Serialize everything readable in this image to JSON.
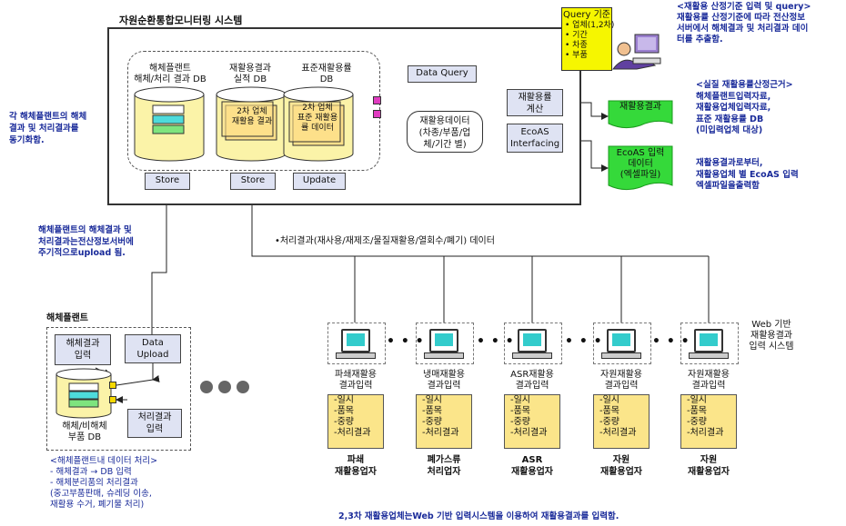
{
  "main_title": "자원순환통합모니터링 시스템",
  "db_boxes": {
    "dismantle_label": "해체플랜트\n해체/처리 결과 DB",
    "recycle_label": "재활용결과\n실적 DB",
    "standard_label": "표준재활용률\nDB",
    "recycle_sheet": "2차 업체\n재활용 결과",
    "standard_sheet": "2차 업체\n표준 재활용\n률 데이터"
  },
  "buttons": {
    "store1": "Store",
    "store2": "Store",
    "update": "Update",
    "data_query": "Data Query",
    "recycle_calc": "재활용률\n계산",
    "ecoas": "EcoAS\nInterfacing",
    "data_upload": "Data\nUpload",
    "dismantle_input": "해체결과\n입력",
    "process_input": "처리결과\n입력"
  },
  "recycle_data_label": "재활용데이터\n(차종/부품/업\n체/기간 별)",
  "query_box": {
    "title": "Query 기준",
    "items": [
      "업체(1,2차)",
      "기간",
      "차종",
      "부품"
    ]
  },
  "green_outputs": {
    "recycle_result": "재활용결과",
    "ecoas_data": "EcoAS 입력\n데이터\n(엑셀파일)"
  },
  "notes": {
    "top_right": "<재활용 산정기준 입력 및  query>\n재활용률 산정기준에 따라 전산정보\n서버에서 해체결과 및 처리결과 데이\n터를 추출함.",
    "basis": "<실질 재활용률산정근거>\n해체플랜트입력자료,\n재활용업체입력자료,\n표준 재활용률 DB\n(미입력업체 대상)",
    "ecoas": "재활용결과로부터,\n재활용업체 별 EcoAS 입력\n엑셀파일을출력함",
    "left_sync": "각 해체플랜트의 해체\n결과 및 처리결과를\n동기화함.",
    "upload": "해체플랜트의 해체결과 및\n처리결과는전산정보서버에\n주기적으로upload 됨.",
    "process_data": "•처리결과(재사용/재제조/물질재활용/열회수/폐기) 데이터",
    "bottom_left": "<해체플랜트내 데이터 처리>\n- 해체결과 → DB 입력\n- 해체분리품의 처리결과\n  (중고부품판매, 슈레딩 이송,\n  재활용 수거, 폐기물 처리)",
    "bottom": "2,3차 재활용업체는Web 기반 입력시스템을 이용하여 재활용결과를 입력함.",
    "web_system": "Web 기반\n재활용결과\n입력 시스템"
  },
  "plant": {
    "title": "해체플랜트",
    "db_label": "해체/비해체\n부품 DB"
  },
  "companies": [
    {
      "input_label": "파쇄재활용\n결과입력",
      "fields": [
        "-일시",
        "-품목",
        "-중량",
        "-처리결과"
      ],
      "name": "파쇄\n재활용업자"
    },
    {
      "input_label": "냉매재활용\n결과입력",
      "fields": [
        "-일시",
        "-품목",
        "-중량",
        "-처리결과"
      ],
      "name": "폐가스류\n처리업자"
    },
    {
      "input_label": "ASR재활용\n결과입력",
      "fields": [
        "-일시",
        "-품목",
        "-중량",
        "-처리결과"
      ],
      "name": "ASR\n재활용업자"
    },
    {
      "input_label": "자원재활용\n결과입력",
      "fields": [
        "-일시",
        "-품목",
        "-중량",
        "-처리결과"
      ],
      "name": "자원\n재활용업자"
    },
    {
      "input_label": "자원재활용\n결과입력",
      "fields": [
        "-일시",
        "-품목",
        "-중량",
        "-처리결과"
      ],
      "name": "자원\n재활용업자"
    }
  ]
}
